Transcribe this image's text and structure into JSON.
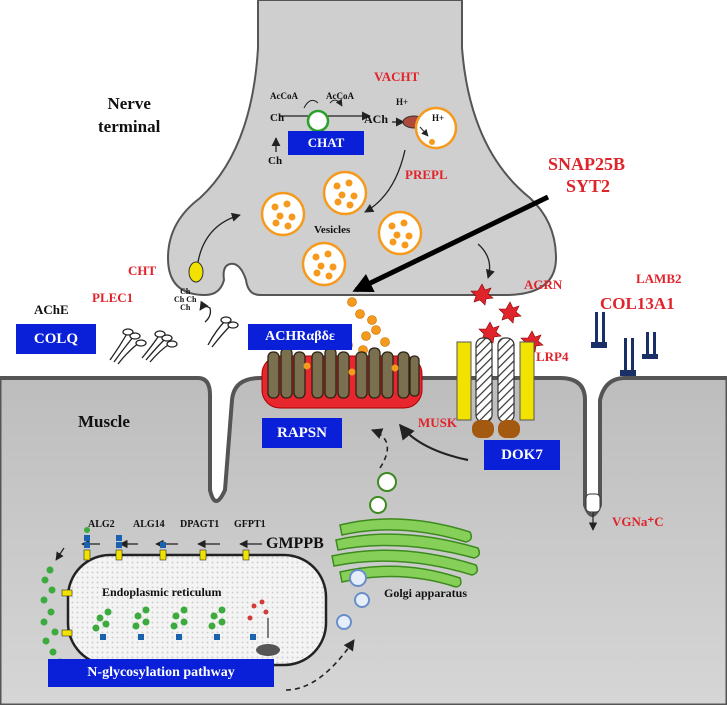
{
  "colors": {
    "red_label": "#e0242c",
    "blue_box": "#0a1fd8",
    "terminal_fill": "#cfcfcf",
    "muscle_fill": "#c9c9c9",
    "vesicle_orange": "#f59a1c",
    "receptor_olive": "#7a7050",
    "musk_yellow": "#f2e200",
    "golgi_green": "#6cbf3c"
  },
  "regions": {
    "nerve_terminal": "Nerve\nterminal",
    "muscle": "Muscle",
    "vesicles": "Vesicles",
    "endoplasmic_reticulum": "Endoplasmic reticulum",
    "golgi": "Golgi apparatus"
  },
  "chemistry": {
    "acc1": "AcCoA",
    "acc2": "AcCoA",
    "ch_top": "Ch",
    "ch_bottom": "Ch",
    "ach": "ACh",
    "h1": "H+",
    "h2": "H+",
    "ch_cluster": "Ch\nCh Ch\nCh"
  },
  "genes_red": {
    "vacht": "VACHT",
    "prepl": "PREPL",
    "snap25b": "SNAP25B",
    "syt2": "SYT2",
    "cht": "CHT",
    "plec1": "PLEC1",
    "agrn": "AGRN",
    "lamb2": "LAMB2",
    "col13a1": "COL13A1",
    "lrp4": "LRP4",
    "musk": "MUSK",
    "vgna": "VGNa⁺C"
  },
  "genes_black": {
    "ache": "AChE",
    "alg2": "ALG2",
    "alg14": "ALG14",
    "dpagt1": "DPAGT1",
    "gfpt1": "GFPT1",
    "gmppb": "GMPPB"
  },
  "boxes": {
    "chat": "CHAT",
    "colq": "COLQ",
    "achr": "ACHRαβδε",
    "rapsn": "RAPSN",
    "dok7": "DOK7",
    "nglyc": "N-glycosylation pathway"
  }
}
